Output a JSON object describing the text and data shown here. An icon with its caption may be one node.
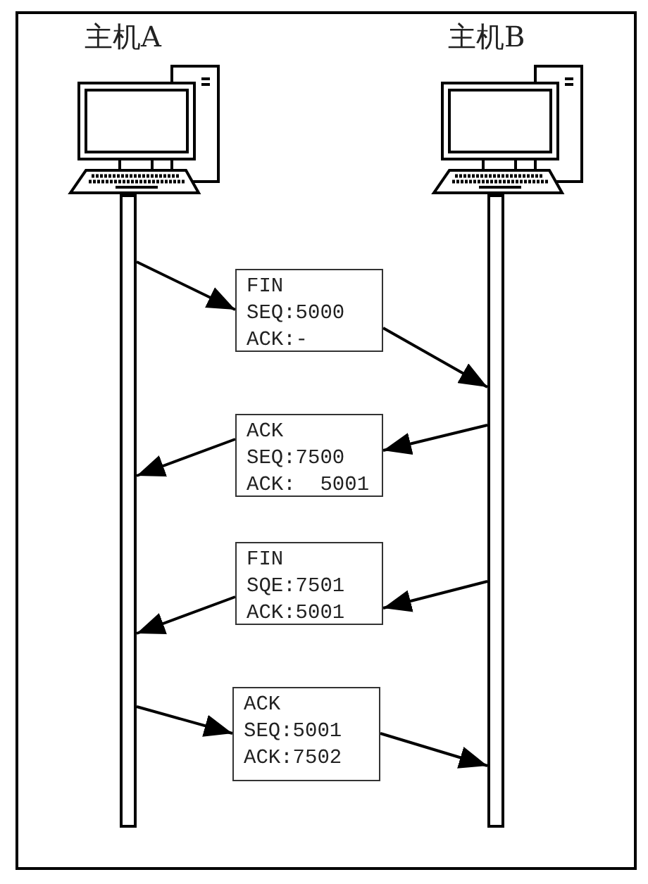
{
  "diagram": {
    "nodes": [
      {
        "text": [
          "主机A"
        ]
      },
      {
        "text": [
          "主机B"
        ]
      },
      {
        "text": [],
        "shape": "bar"
      },
      {
        "text": [],
        "shape": "bar"
      },
      {
        "text": [
          "FIN",
          "SEQ:5000",
          "ACK:-"
        ]
      },
      {
        "text": [
          "ACK",
          "SEQ:7500",
          "ACK:  5001"
        ]
      },
      {
        "text": [
          "FIN",
          "SQE:7501",
          "ACK:5001"
        ]
      },
      {
        "text": [
          "ACK",
          "SEQ:5001",
          "ACK:7502"
        ]
      }
    ],
    "edges": [
      {
        "from": 2,
        "to": 4,
        "arrow": "to"
      },
      {
        "from": 4,
        "to": 3,
        "arrow": "to"
      },
      {
        "from": 3,
        "to": 5,
        "arrow": "to"
      },
      {
        "from": 5,
        "to": 2,
        "arrow": "to"
      },
      {
        "from": 3,
        "to": 6,
        "arrow": "to"
      },
      {
        "from": 6,
        "to": 2,
        "arrow": "to"
      },
      {
        "from": 2,
        "to": 7,
        "arrow": "to"
      },
      {
        "from": 7,
        "to": 3,
        "arrow": "to"
      }
    ]
  }
}
